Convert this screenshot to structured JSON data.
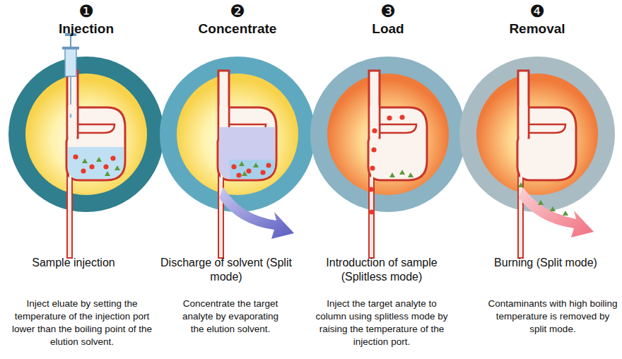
{
  "diagram": {
    "labels": [
      "❶",
      "Injection",
      "❷",
      "Concentrate",
      "❸",
      "Load",
      "❹",
      "Removal",
      "Sample injection",
      "Inject eluate by setting the temperature of the injection port lower than the boiling point of the elution solvent.",
      "Discharge of solvent (Split mode)",
      "Concentrate the target analyte by evaporating the elution solvent.",
      "Introduction of sample (Splitless mode)",
      "Inject the target analyte to column using splitless mode by raising the temperature of the injection port.",
      "Burning (Split mode)",
      "Contaminants with high boiling temperature is removed by split mode."
    ]
  }
}
